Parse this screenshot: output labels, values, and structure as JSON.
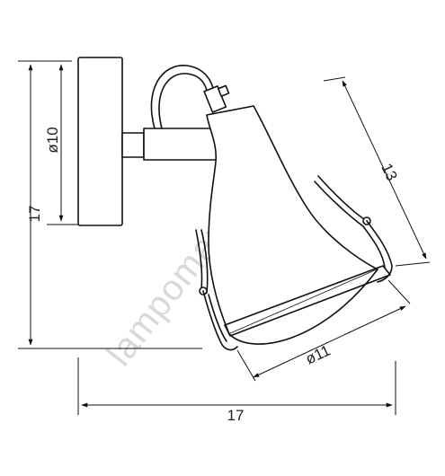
{
  "dimensions": {
    "total_height": "17",
    "plate_diameter": "ø10",
    "shade_length": "13",
    "shade_diameter": "ø11",
    "total_width": "17"
  },
  "watermark": "lampomanija.rs",
  "colors": {
    "line": "#111111",
    "watermark": "#d9d9d9",
    "background": "#ffffff"
  }
}
